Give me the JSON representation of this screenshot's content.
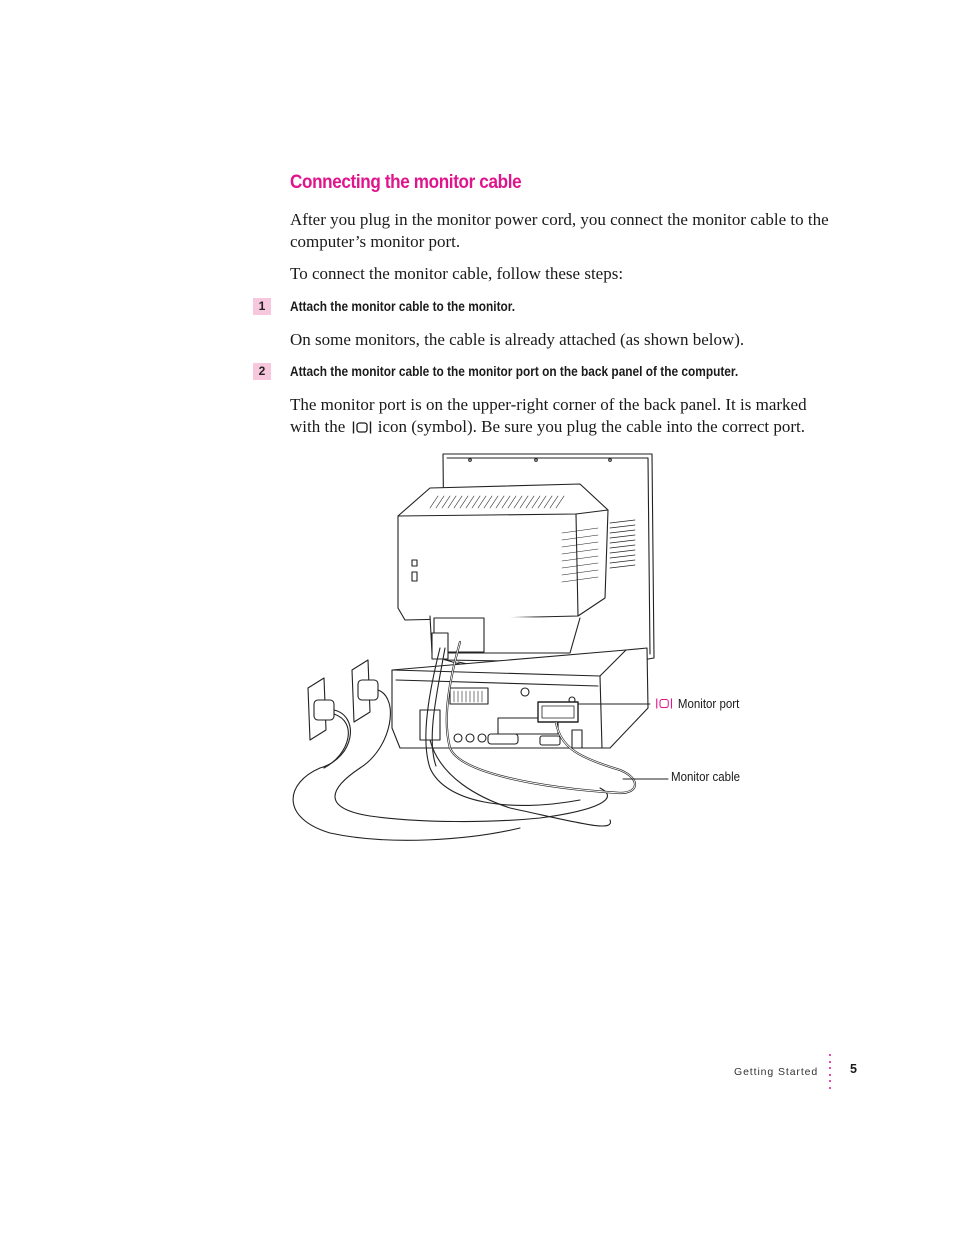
{
  "section": {
    "title": "Connecting the monitor cable",
    "intro_1": "After you plug in the monitor power cord, you connect the monitor cable to the computer’s monitor port.",
    "intro_2": "To connect the monitor cable, follow these steps:"
  },
  "steps": [
    {
      "number": "1",
      "instruction": "Attach the monitor cable to the monitor.",
      "detail": "On some monitors, the cable is already attached (as shown below)."
    },
    {
      "number": "2",
      "instruction": "Attach the monitor cable to the monitor port on the back panel of the computer.",
      "detail_before_icon": "The monitor port is on the upper-right corner of the back panel. It is marked with the",
      "detail_after_icon": "icon (symbol). Be sure you plug the cable into the correct port."
    }
  ],
  "figure": {
    "callouts": {
      "monitor_port": "Monitor port",
      "monitor_cable": "Monitor cable"
    },
    "icons": [
      "monitor-port-icon"
    ]
  },
  "footer": {
    "section_label": "Getting Started",
    "page_number": "5"
  },
  "colors": {
    "accent": "#e0148c",
    "step_badge": "#f7c7de",
    "text": "#1a1a1a"
  }
}
